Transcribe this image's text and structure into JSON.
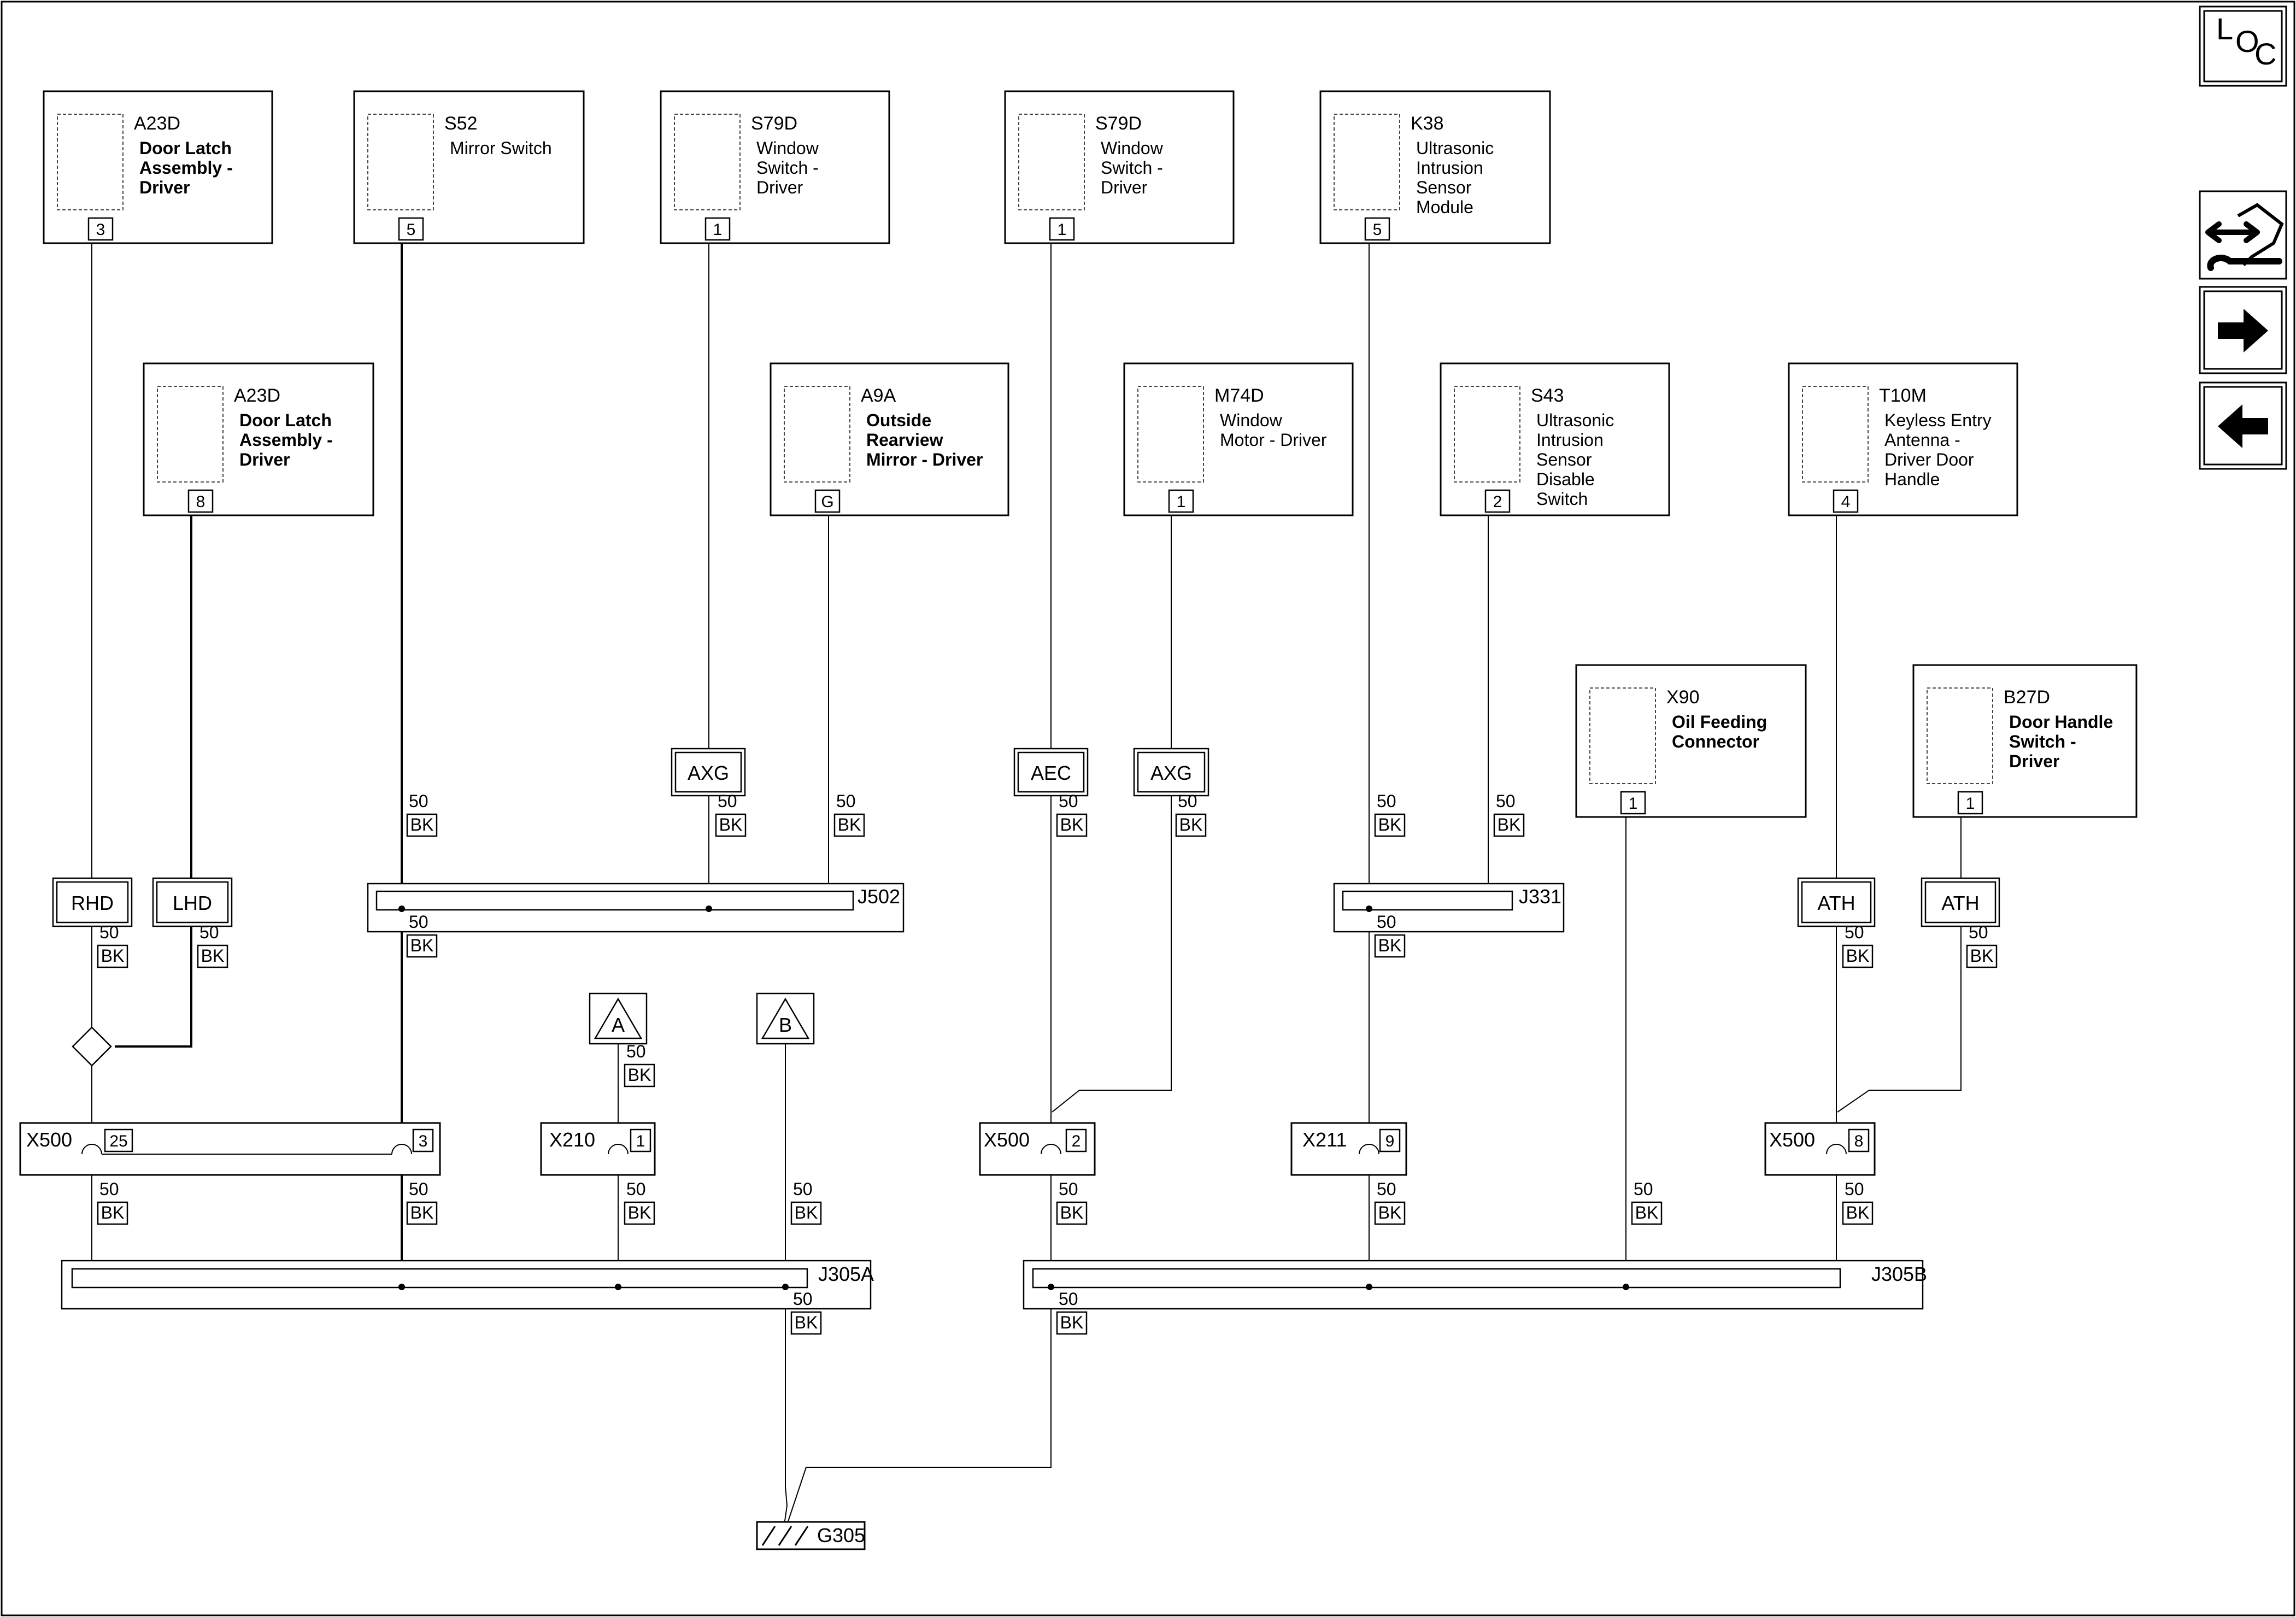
{
  "components": [
    {
      "id": "comp-a23d-top",
      "name": "A23D",
      "desc": [
        "Door Latch",
        "Assembly -",
        "Driver"
      ],
      "pin": "3"
    },
    {
      "id": "comp-s52",
      "name": "S52",
      "desc": [
        "Mirror Switch"
      ],
      "pin": "5"
    },
    {
      "id": "comp-s79d-1",
      "name": "S79D",
      "desc": [
        "Window",
        "Switch -",
        "Driver"
      ],
      "pin": "1"
    },
    {
      "id": "comp-s79d-2",
      "name": "S79D",
      "desc": [
        "Window",
        "Switch -",
        "Driver"
      ],
      "pin": "1"
    },
    {
      "id": "comp-k38",
      "name": "K38",
      "desc": [
        "Ultrasonic",
        "Intrusion",
        "Sensor",
        "Module"
      ],
      "pin": "5"
    },
    {
      "id": "comp-a23d-mid",
      "name": "A23D",
      "desc": [
        "Door Latch",
        "Assembly -",
        "Driver"
      ],
      "pin": "8"
    },
    {
      "id": "comp-a9a",
      "name": "A9A",
      "desc": [
        "Outside",
        "Rearview",
        "Mirror - Driver"
      ],
      "pin": "G"
    },
    {
      "id": "comp-m74d",
      "name": "M74D",
      "desc": [
        "Window",
        "Motor - Driver"
      ],
      "pin": "1"
    },
    {
      "id": "comp-s43",
      "name": "S43",
      "desc": [
        "Ultrasonic",
        "Intrusion",
        "Sensor",
        "Disable",
        "Switch"
      ],
      "pin": "2"
    },
    {
      "id": "comp-t10m",
      "name": "T10M",
      "desc": [
        "Keyless Entry",
        "Antenna -",
        "Driver Door",
        "Handle"
      ],
      "pin": "4"
    },
    {
      "id": "comp-x90",
      "name": "X90",
      "desc": [
        "Oil Feeding",
        "Connector"
      ],
      "pin": "1"
    },
    {
      "id": "comp-b27d",
      "name": "B27D",
      "desc": [
        "Door Handle",
        "Switch -",
        "Driver"
      ],
      "pin": "1"
    }
  ],
  "options": [
    "AXG",
    "AEC",
    "AXG",
    "RHD",
    "LHD",
    "ATH",
    "ATH"
  ],
  "wire": {
    "gauge": "50",
    "color": "BK"
  },
  "splices": [
    "J502",
    "J331",
    "J305A",
    "J305B"
  ],
  "inline": [
    {
      "name": "X500",
      "pin": "25"
    },
    {
      "name": "",
      "pin": "3"
    },
    {
      "name": "X210",
      "pin": "1"
    },
    {
      "name": "X500",
      "pin": "2"
    },
    {
      "name": "X211",
      "pin": "9"
    },
    {
      "name": "X500",
      "pin": "8"
    }
  ],
  "refs": [
    "A",
    "B"
  ],
  "ground": "G305",
  "nav": {
    "loc": [
      "L",
      "O",
      "C"
    ]
  }
}
